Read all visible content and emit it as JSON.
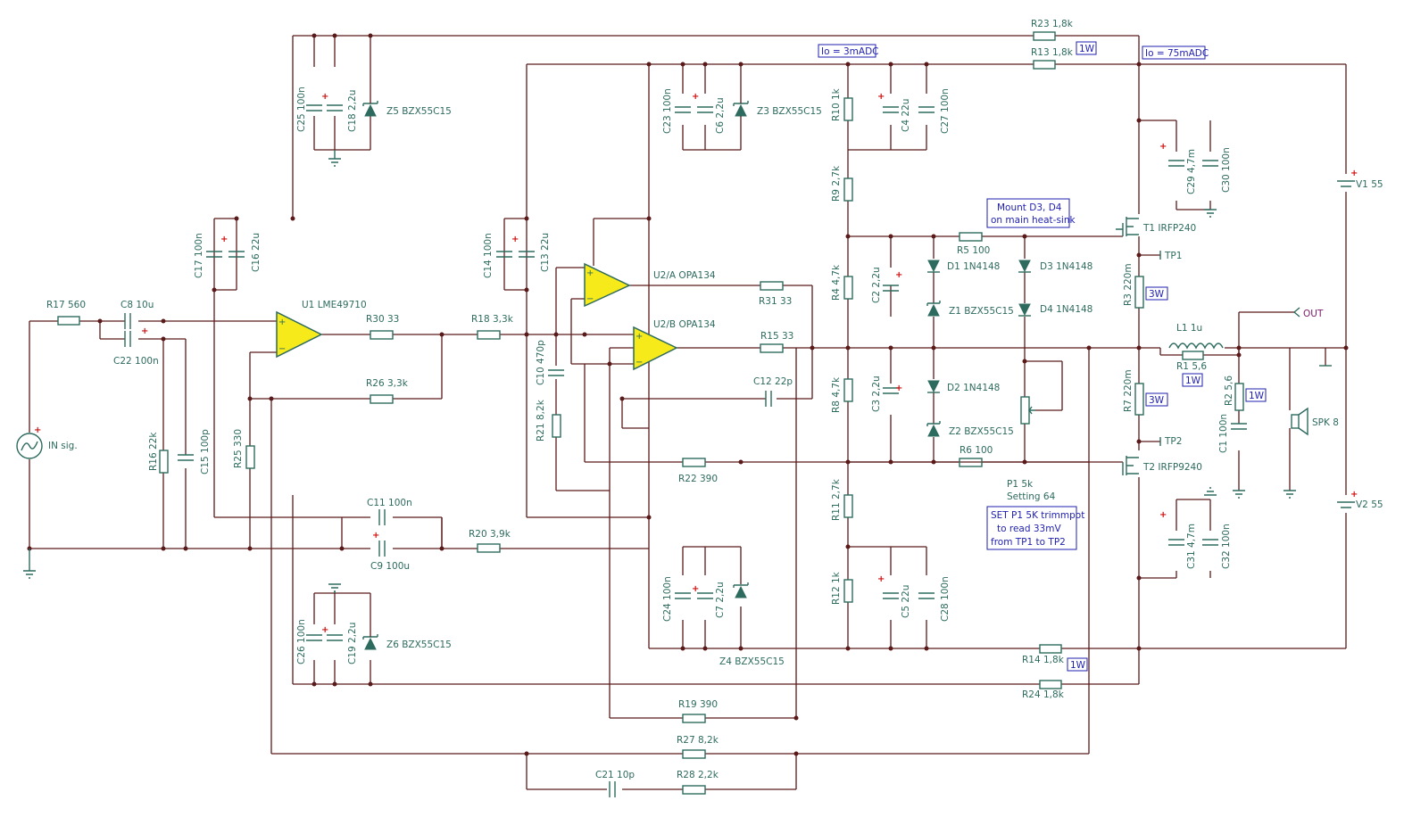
{
  "components": {
    "r17": "R17 560",
    "c8": "C8 10u",
    "c22": "C22 100n",
    "r16": "R16 22k",
    "c15": "C15 100p",
    "r25": "R25 330",
    "in_sig": "IN sig.",
    "c17": "C17 100n",
    "c16": "C16 22u",
    "c25": "C25 100n",
    "c18": "C18 2,2u",
    "z5": "Z5 BZX55C15",
    "c26": "C26 100n",
    "c19": "C19 2,2u",
    "z6": "Z6 BZX55C15",
    "u1": "U1 LME49710",
    "r30": "R30 33",
    "r26": "R26 3,3k",
    "c11": "C11 100n",
    "c9": "C9 100u",
    "r20": "R20 3,9k",
    "r18": "R18 3,3k",
    "c14": "C14 100n",
    "c13": "C13 22u",
    "c10": "C10 470p",
    "r21": "R21 8,2k",
    "u2a": "U2/A OPA134",
    "u2b": "U2/B OPA134",
    "r31": "R31 33",
    "r15": "R15 33",
    "c12": "C12 22p",
    "r22": "R22 390",
    "c23": "C23 100n",
    "c6": "C6 2,2u",
    "z3": "Z3 BZX55C15",
    "c24": "C24 100n",
    "c7": "C7 2,2u",
    "z4": "Z4 BZX55C15",
    "r19": "R19 390",
    "r27": "R27 8,2k",
    "c21": "C21 10p",
    "r28": "R28 2,2k",
    "r10": "R10 1k",
    "c4": "C4 22u",
    "c27": "C27 100n",
    "r9": "R9 2,7k",
    "r4": "R4 4,7k",
    "c2": "C2 2,2u",
    "r8": "R8 4,7k",
    "c3": "C3 2,2u",
    "r11": "R11 2,7k",
    "r12": "R12 1k",
    "c5": "C5 22u",
    "c28": "C28 100n",
    "r5": "R5 100",
    "r6": "R6 100",
    "d1": "D1 1N4148",
    "z1": "Z1 BZX55C15",
    "d2": "D2 1N4148",
    "z2": "Z2 BZX55C15",
    "d3": "D3 1N4148",
    "d4": "D4 1N4148",
    "p1": "P1 5k",
    "p1_setting": "Setting 64",
    "r23": "R23 1,8k",
    "r13": "R13 1,8k",
    "r14": "R14 1,8k",
    "r24": "R24 1,8k",
    "c29": "C29 4,7m",
    "c30": "C30 100n",
    "t1": "T1 IRFP240",
    "tp1": "TP1",
    "r3": "R3 220m",
    "l1": "L1 1u",
    "r1": "R1 5,6",
    "r7": "R7 220m",
    "t2": "T2 IRFP9240",
    "tp2": "TP2",
    "c31": "C31 4,7m",
    "c32": "C32 100n",
    "r2": "R2 5,6",
    "c1": "C1 100n",
    "spk": "SPK 8",
    "out": "OUT",
    "v1": "V1 55",
    "v2": "V2 55"
  },
  "notes": {
    "io_3ma": "Io = 3mADC",
    "io_75ma": "Io = 75mADC",
    "w1_r13": "1W",
    "w1_r14": "1W",
    "w1_r1": "1W",
    "w1_r2": "1W",
    "w3_r3": "3W",
    "w3_r7": "3W",
    "mount": [
      "Mount D3, D4",
      "on main heat-sink"
    ],
    "set_p1": [
      "SET P1 5K trimmpot",
      "to read 33mV",
      "from TP1 to TP2"
    ]
  },
  "colors": {
    "wire": "#5a1a1a",
    "component": "#2d6b5e",
    "note": "#1f1fb0",
    "opamp_fill": "#f6ea1a",
    "polarity": "#cc1010",
    "port": "#7a1a6a"
  }
}
